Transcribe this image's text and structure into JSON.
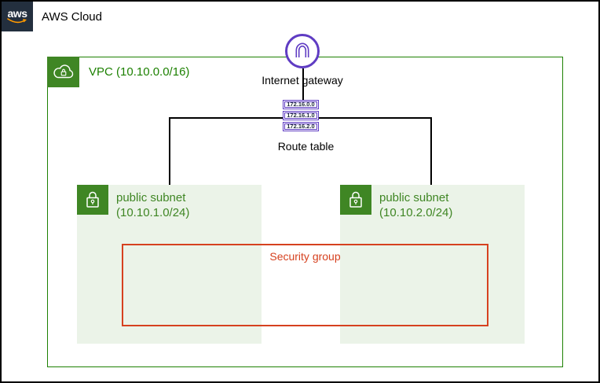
{
  "aws_cloud": {
    "logo_text": "aws",
    "label": "AWS Cloud"
  },
  "vpc": {
    "label": "VPC (10.10.0.0/16)"
  },
  "internet_gateway": {
    "label": "Internet gateway"
  },
  "route_table": {
    "label": "Route table",
    "routes": [
      "172.16.0.0",
      "172.16.1.0",
      "172.16.2.0"
    ]
  },
  "subnets": [
    {
      "name": "public subnet",
      "cidr": "(10.10.1.0/24)"
    },
    {
      "name": "public subnet",
      "cidr": "(10.10.2.0/24)"
    }
  ],
  "security_group": {
    "label": "Security group"
  },
  "colors": {
    "aws_navy": "#232f3e",
    "vpc_green_border": "#1d8102",
    "icon_green": "#3f8624",
    "subnet_fill": "#ebf3e8",
    "gateway_purple": "#5f3cc3",
    "security_red": "#d6411f",
    "connector_black": "#000000"
  }
}
